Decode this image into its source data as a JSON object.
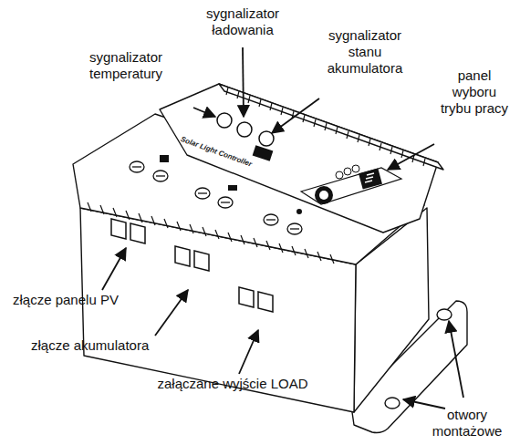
{
  "diagram": {
    "labels": [
      "sygnalizator temperatury",
      "sygnalizator ładowania",
      "sygnalizator stanu akumulatora",
      "panel wyboru trybu pracy",
      "złącze panelu PV",
      "złącze akumulatora",
      "załączane wyjście LOAD",
      "otwory montażowe",
      "Solar Light Controller"
    ]
  }
}
